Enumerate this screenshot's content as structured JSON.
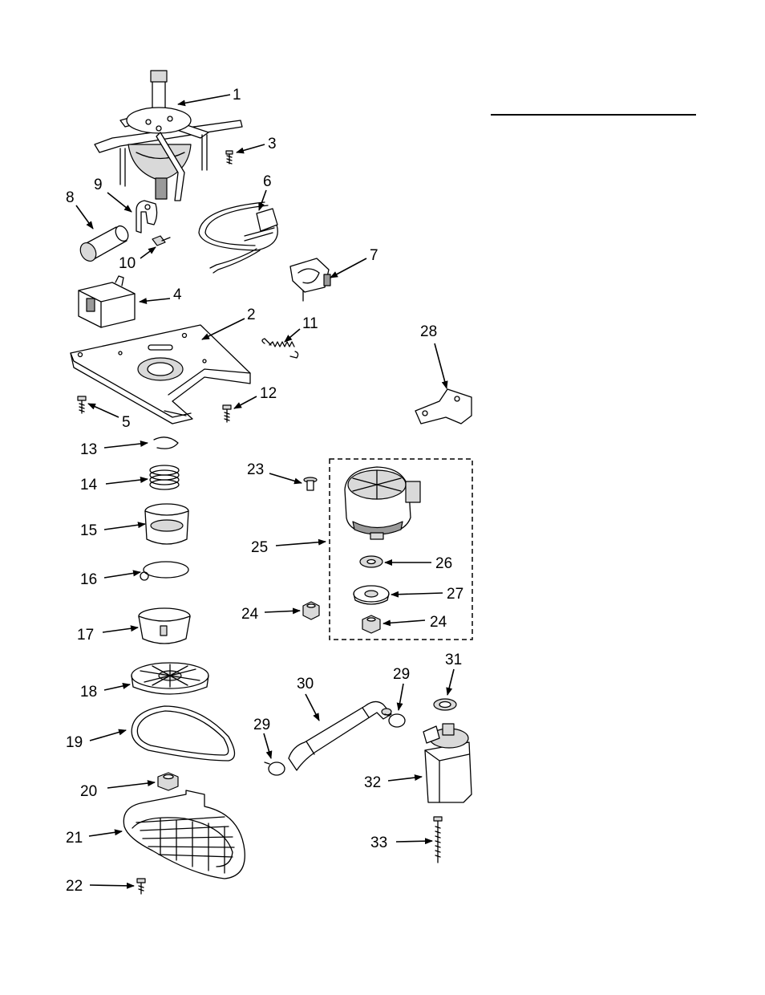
{
  "diagram": {
    "callouts": [
      {
        "id": "1",
        "label": "1"
      },
      {
        "id": "2",
        "label": "2"
      },
      {
        "id": "3",
        "label": "3"
      },
      {
        "id": "4",
        "label": "4"
      },
      {
        "id": "5",
        "label": "5"
      },
      {
        "id": "6",
        "label": "6"
      },
      {
        "id": "7",
        "label": "7"
      },
      {
        "id": "8",
        "label": "8"
      },
      {
        "id": "9",
        "label": "9"
      },
      {
        "id": "10",
        "label": "10"
      },
      {
        "id": "11",
        "label": "11"
      },
      {
        "id": "12",
        "label": "12"
      },
      {
        "id": "13",
        "label": "13"
      },
      {
        "id": "14",
        "label": "14"
      },
      {
        "id": "15",
        "label": "15"
      },
      {
        "id": "16",
        "label": "16"
      },
      {
        "id": "17",
        "label": "17"
      },
      {
        "id": "18",
        "label": "18"
      },
      {
        "id": "19",
        "label": "19"
      },
      {
        "id": "20",
        "label": "20"
      },
      {
        "id": "21",
        "label": "21"
      },
      {
        "id": "22",
        "label": "22"
      },
      {
        "id": "23",
        "label": "23"
      },
      {
        "id": "24a",
        "label": "24"
      },
      {
        "id": "24b",
        "label": "24"
      },
      {
        "id": "25",
        "label": "25"
      },
      {
        "id": "26",
        "label": "26"
      },
      {
        "id": "27",
        "label": "27"
      },
      {
        "id": "28",
        "label": "28"
      },
      {
        "id": "29a",
        "label": "29"
      },
      {
        "id": "29b",
        "label": "29"
      },
      {
        "id": "30",
        "label": "30"
      },
      {
        "id": "31",
        "label": "31"
      },
      {
        "id": "32",
        "label": "32"
      },
      {
        "id": "33",
        "label": "33"
      }
    ]
  }
}
